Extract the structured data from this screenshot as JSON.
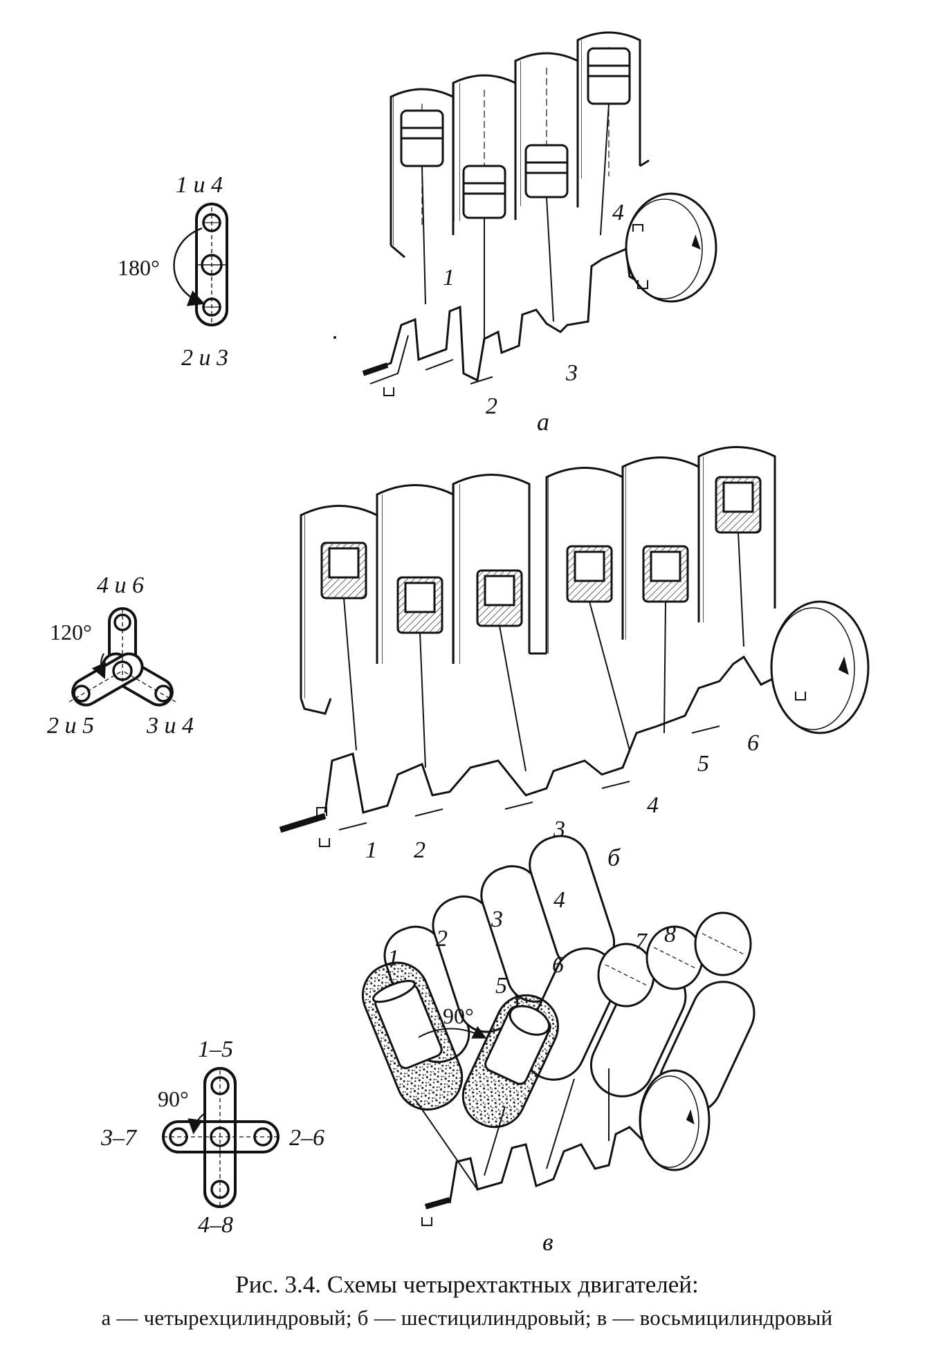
{
  "figure": {
    "caption_title": "Рис. 3.4. Схемы четырехтактных двигателей:",
    "caption_legend": "а — четырехцилиндровый; б — шестицилиндровый; в — восьмицилиндровый"
  },
  "panels": [
    {
      "letter": "а",
      "crank_scheme": {
        "top_label": "1 и 4",
        "bottom_label": "2 и 3",
        "angle_label": "180°"
      },
      "cylinder_numbers": [
        "1",
        "2",
        "3",
        "4"
      ]
    },
    {
      "letter": "б",
      "crank_scheme": {
        "top_label": "4 и 6",
        "left_label": "2 и 5",
        "right_label": "3 и 4",
        "angle_label": "120°"
      },
      "cylinder_numbers": [
        "1",
        "2",
        "3",
        "4",
        "5",
        "6"
      ]
    },
    {
      "letter": "в",
      "crank_scheme": {
        "top_label": "1–5",
        "left_label": "3–7",
        "right_label": "2–6",
        "bottom_label": "4–8",
        "angle_label": "90°"
      },
      "cylinder_numbers": [
        "1",
        "2",
        "3",
        "4",
        "5",
        "6",
        "7",
        "8"
      ],
      "bank_angle_label": "90°"
    }
  ]
}
